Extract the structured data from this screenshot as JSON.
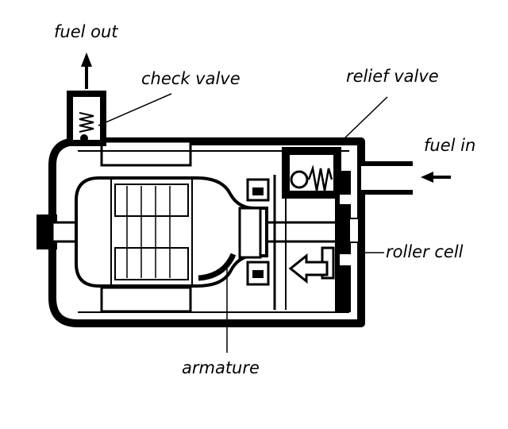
{
  "labels": {
    "fuel_out": "fuel out",
    "check_valve": "check valve",
    "relief_valve": "relief valve",
    "fuel_in": "fuel in",
    "roller_cell": "roller cell",
    "armature": "armature"
  },
  "colors": {
    "ink": "#000000",
    "paper": "#ffffff"
  }
}
